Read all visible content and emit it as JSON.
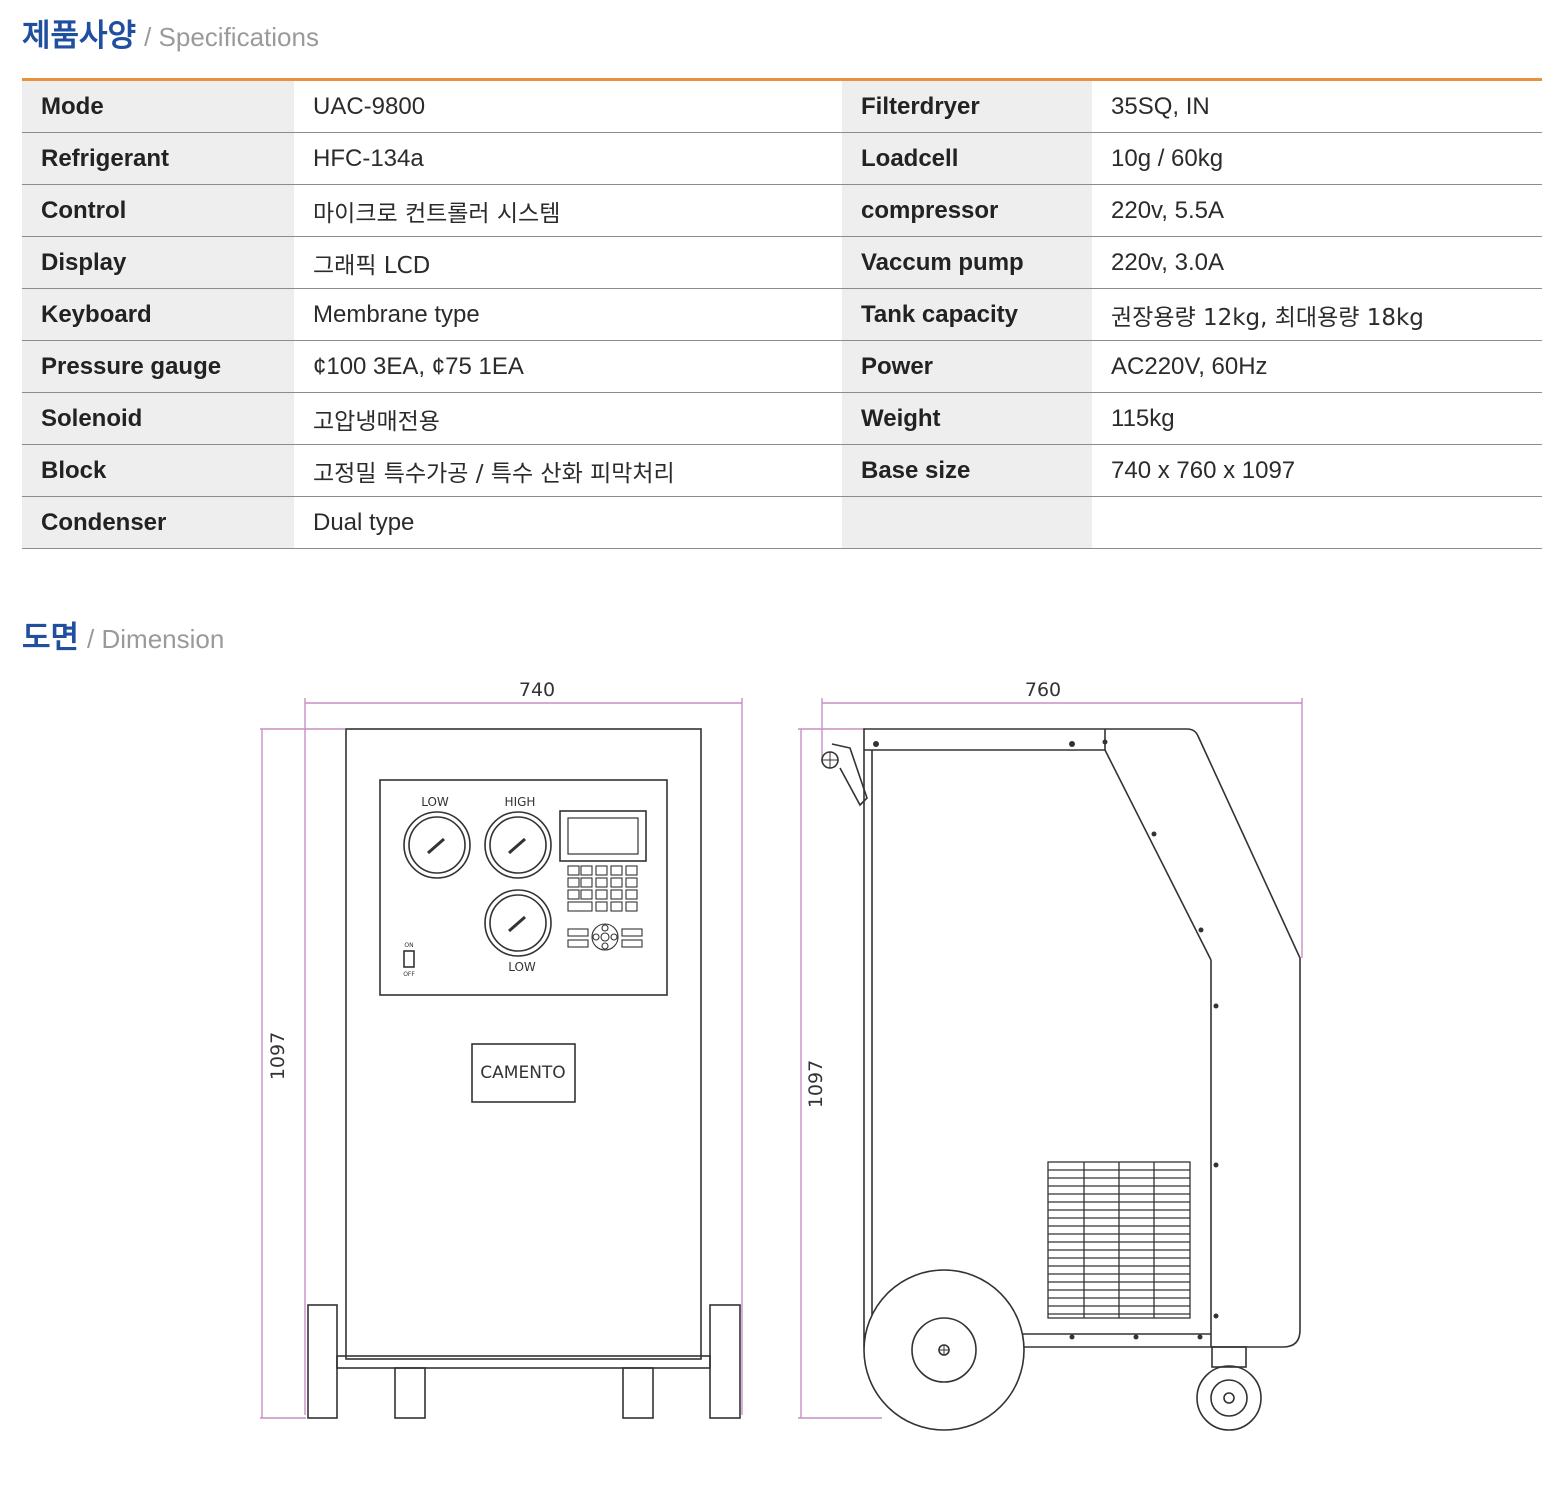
{
  "spec_section": {
    "title_ko": "제품사양",
    "title_en": "/ Specifications"
  },
  "specs": [
    {
      "l1": "Mode",
      "v1": "UAC-9800",
      "l2": "Filterdryer",
      "v2": "35SQ, IN"
    },
    {
      "l1": "Refrigerant",
      "v1": "HFC-134a",
      "l2": "Loadcell",
      "v2": "10g / 60kg"
    },
    {
      "l1": "Control",
      "v1": "마이크로 컨트롤러 시스템",
      "l2": "compressor",
      "v2": "220v, 5.5A"
    },
    {
      "l1": "Display",
      "v1": "그래픽 LCD",
      "l2": "Vaccum pump",
      "v2": "220v, 3.0A"
    },
    {
      "l1": "Keyboard",
      "v1": "Membrane type",
      "l2": "Tank capacity",
      "v2": "권장용량 12kg, 최대용량 18kg"
    },
    {
      "l1": "Pressure gauge",
      "v1": "¢100 3EA, ¢75 1EA",
      "l2": "Power",
      "v2": "AC220V, 60Hz"
    },
    {
      "l1": "Solenoid",
      "v1": "고압냉매전용",
      "l2": "Weight",
      "v2": "115kg"
    },
    {
      "l1": "Block",
      "v1": "고정밀 특수가공 / 특수 산화 피막처리",
      "l2": "Base size",
      "v2": "740 x 760 x 1097"
    },
    {
      "l1": "Condenser",
      "v1": "Dual type",
      "l2": "",
      "v2": ""
    }
  ],
  "dim_section": {
    "title_ko": "도면",
    "title_en": "/ Dimension"
  },
  "drawing": {
    "front": {
      "width_label": "740",
      "height_label": "1097",
      "gauge_low": "LOW",
      "gauge_high": "HIGH",
      "gauge_low2": "LOW",
      "switch_on": "ON",
      "switch_off": "OFF",
      "brand": "CAMENTO"
    },
    "side": {
      "width_label": "760",
      "height_label": "1097"
    },
    "colors": {
      "dimension": "#c98fc4",
      "line": "#333333"
    }
  }
}
